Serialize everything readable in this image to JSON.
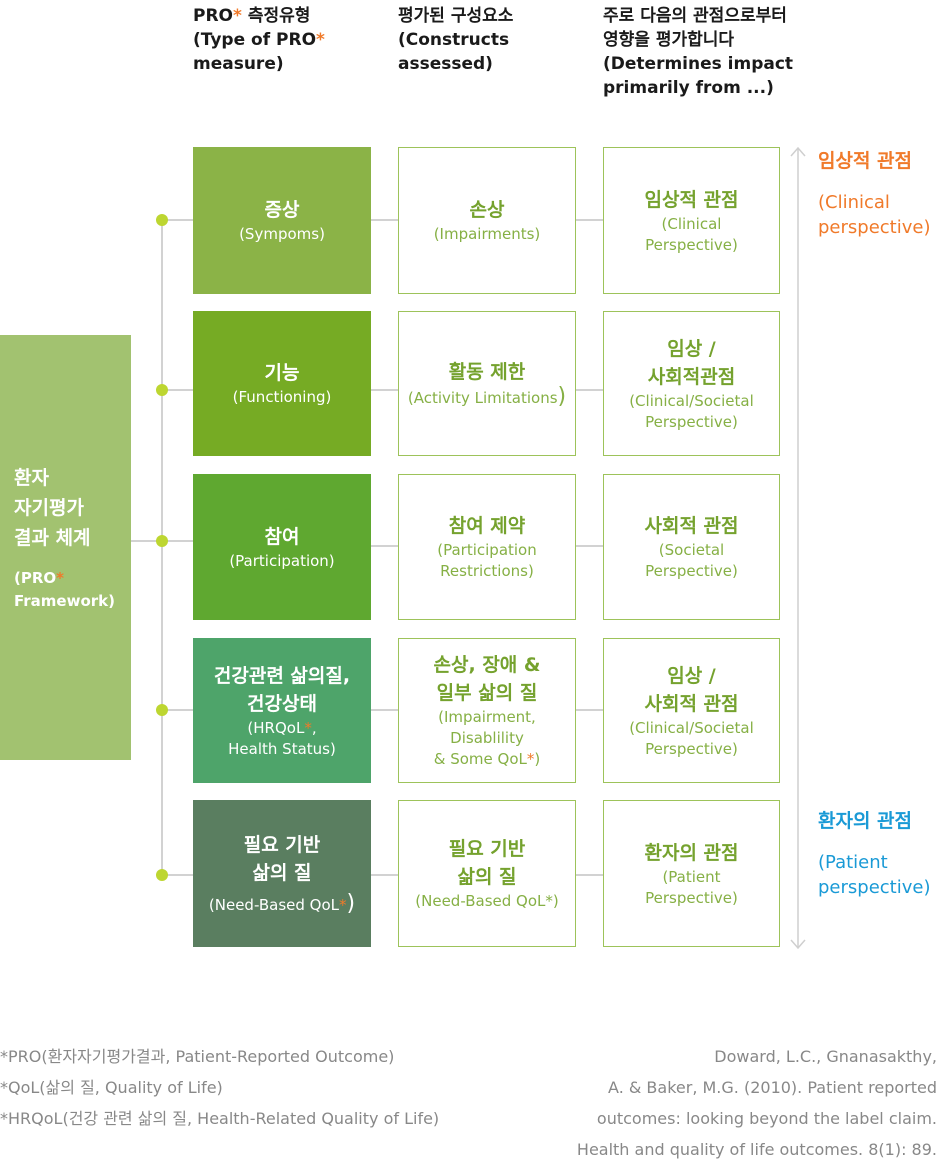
{
  "headers": {
    "type": {
      "lines": [
        "PRO",
        "* ",
        "측정유형",
        "(Type of PRO",
        "*",
        "measure)"
      ]
    },
    "constructs": {
      "lines": [
        "평가된 구성요소",
        "(Constructs",
        "assessed)"
      ]
    },
    "impact": {
      "lines": [
        "주로 다음의 관점으로부터",
        "영향을 평가합니다",
        "(Determines impact",
        "primarily from ...)"
      ]
    }
  },
  "root": {
    "lines": [
      "환자",
      "자기평가",
      "결과 체계"
    ],
    "sub_prefix": "(PRO",
    "sub_star": "*",
    "sub_line2": "Framework)"
  },
  "rows": [
    {
      "type": {
        "main": [
          "증상"
        ],
        "sub": [
          "(Sympoms)"
        ],
        "color": "#8bb347"
      },
      "construct": {
        "main": [
          "손상"
        ],
        "sub": [
          "(Impairments)"
        ]
      },
      "impact": {
        "main": [
          "임상적 관점"
        ],
        "sub": [
          "(Clinical",
          "Perspective)"
        ]
      }
    },
    {
      "type": {
        "main": [
          "기능"
        ],
        "sub": [
          "(Functioning)"
        ],
        "color": "#76ab24"
      },
      "construct": {
        "main": [
          "활동 제한"
        ],
        "sub_text": "(Activity Limitations",
        "sub_paren": ")"
      },
      "impact": {
        "main": [
          "임상 /",
          "사회적관점"
        ],
        "sub": [
          "(Clinical/Societal",
          "Perspective)"
        ]
      }
    },
    {
      "type": {
        "main": [
          "참여"
        ],
        "sub": [
          "(Participation)"
        ],
        "color": "#5fa830"
      },
      "construct": {
        "main": [
          "참여 제약"
        ],
        "sub": [
          "(Participation",
          "Restrictions)"
        ]
      },
      "impact": {
        "main": [
          "사회적 관점"
        ],
        "sub": [
          "(Societal",
          "Perspective)"
        ]
      }
    },
    {
      "type": {
        "main": [
          "건강관련 삶의질,",
          "건강상태"
        ],
        "sub_a": "(HRQoL",
        "sub_star": "*",
        "sub_b": ",",
        "sub_line2": "Health Status)",
        "color": "#4ea46a"
      },
      "construct": {
        "main": [
          "손상, 장애 &",
          "일부 삶의 질"
        ],
        "sub": [
          "(Impairment,",
          "Disablility"
        ],
        "sub_last_a": "& Some QoL",
        "sub_last_star": "*",
        "sub_last_b": ")"
      },
      "impact": {
        "main": [
          "임상 /",
          "사회적 관점"
        ],
        "sub": [
          "(Clinical/Societal",
          "Perspective)"
        ]
      }
    },
    {
      "type": {
        "main": [
          "필요 기반",
          "삶의 질"
        ],
        "sub_a": "(Need-Based QoL",
        "sub_star": "*",
        "sub_paren": ")",
        "color": "#5a7e60"
      },
      "construct": {
        "main": [
          "필요 기반",
          "삶의 질"
        ],
        "sub": [
          "(Need-Based QoL*)"
        ]
      },
      "impact": {
        "main": [
          "환자의 관점"
        ],
        "sub": [
          "(Patient",
          "Perspective)"
        ]
      }
    }
  ],
  "side": {
    "clinical": {
      "main": "임상적 관점",
      "sub": [
        "(Clinical",
        "perspective)"
      ],
      "color": "#f07a2a"
    },
    "patient": {
      "main": "환자의 관점",
      "sub": [
        "(Patient",
        "perspective)"
      ],
      "color": "#1a9ad6"
    }
  },
  "footnotes": [
    "*PRO(환자자기평가결과, Patient-Reported Outcome)",
    "*QoL(삶의 질, Quality of Life)",
    "*HRQoL(건강 관련 삶의 질, Health-Related Quality of Life)"
  ],
  "citation": [
    "Doward, L.C., Gnanasakthy,",
    "A. & Baker, M.G. (2010). Patient reported",
    "outcomes: looking beyond the label claim.",
    "Health and quality of life outcomes. 8(1): 89."
  ],
  "colors": {
    "accent_orange": "#f07a2a",
    "accent_blue": "#1a9ad6",
    "root_green": "#a2c270",
    "cell_border": "#9dc35a",
    "dot": "#bdd631"
  }
}
